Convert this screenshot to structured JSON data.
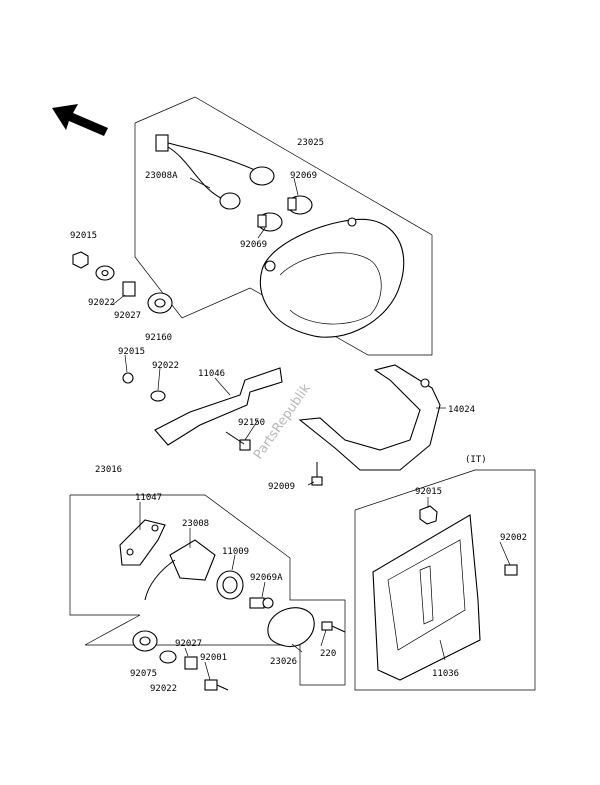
{
  "diagram": {
    "watermark": "PartsRepublik",
    "region_note": "(IT)",
    "labels": {
      "p23025": "23025",
      "p23008a": "23008A",
      "p92069_top": "92069",
      "p92069_bottom": "92069",
      "p92015_a": "92015",
      "p92022_a": "92022",
      "p92027_a": "92027",
      "p92160": "92160",
      "p92015_b": "92015",
      "p92022_b": "92022",
      "p11046": "11046",
      "p92150": "92150",
      "p14024": "14024",
      "p92009": "92009",
      "p23016": "23016",
      "p11047": "11047",
      "p23008": "23008",
      "p11009": "11009",
      "p92069a": "92069A",
      "p23026": "23026",
      "p220": "220",
      "p92075": "92075",
      "p92027_b": "92027",
      "p92022_c": "92022",
      "p92001": "92001",
      "p92015_c": "92015",
      "p92002": "92002",
      "p11036": "11036"
    }
  }
}
